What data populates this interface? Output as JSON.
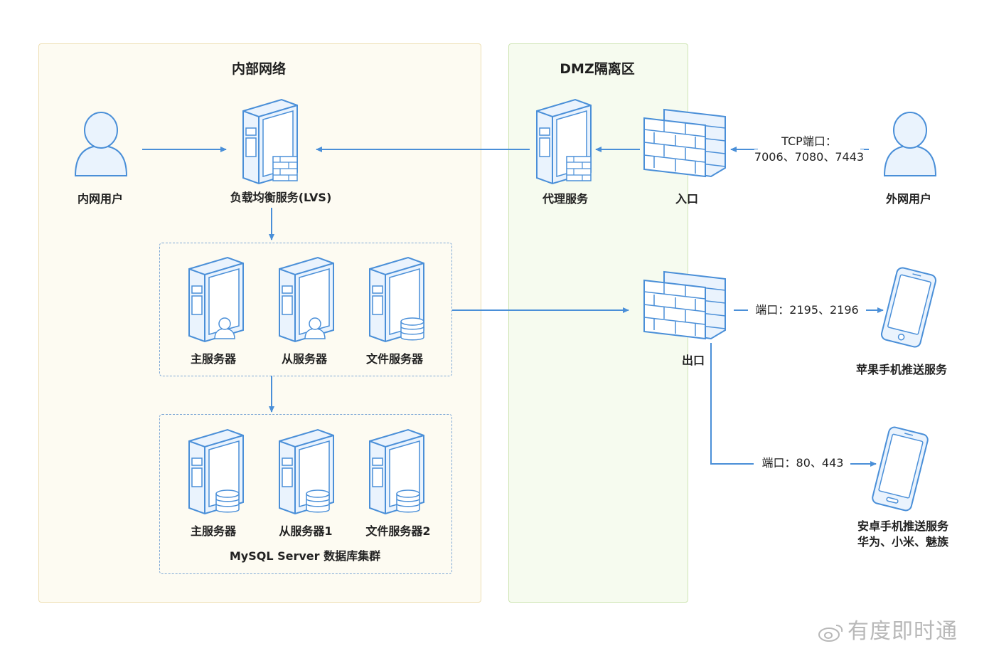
{
  "zones": {
    "internal": {
      "title": "内部网络"
    },
    "dmz": {
      "title": "DMZ隔离区"
    }
  },
  "nodes": {
    "internal_user": "内网用户",
    "lvs": "负载均衡服务(LVS)",
    "proxy": "代理服务",
    "entrance": "入口",
    "external_user": "外网用户",
    "app_main": "主服务器",
    "app_slave": "从服务器",
    "app_file": "文件服务器",
    "db_main": "主服务器",
    "db_slave": "从服务器1",
    "db_file": "文件服务器2",
    "db_cluster": "MySQL Server 数据库集群",
    "exit": "出口",
    "apple_push": "苹果手机推送服务",
    "android_push_line1": "安卓手机推送服务",
    "android_push_line2": "华为、小米、魅族"
  },
  "ports": {
    "tcp_line1": "TCP端口：",
    "tcp_line2": "7006、7080、7443",
    "apple": "端口：2195、2196",
    "android": "端口：80、443"
  },
  "watermark": "有度即时通",
  "colors": {
    "line": "#4a8fd8",
    "icon_stroke": "#4a8fd8",
    "icon_fill": "#eaf3fd"
  }
}
